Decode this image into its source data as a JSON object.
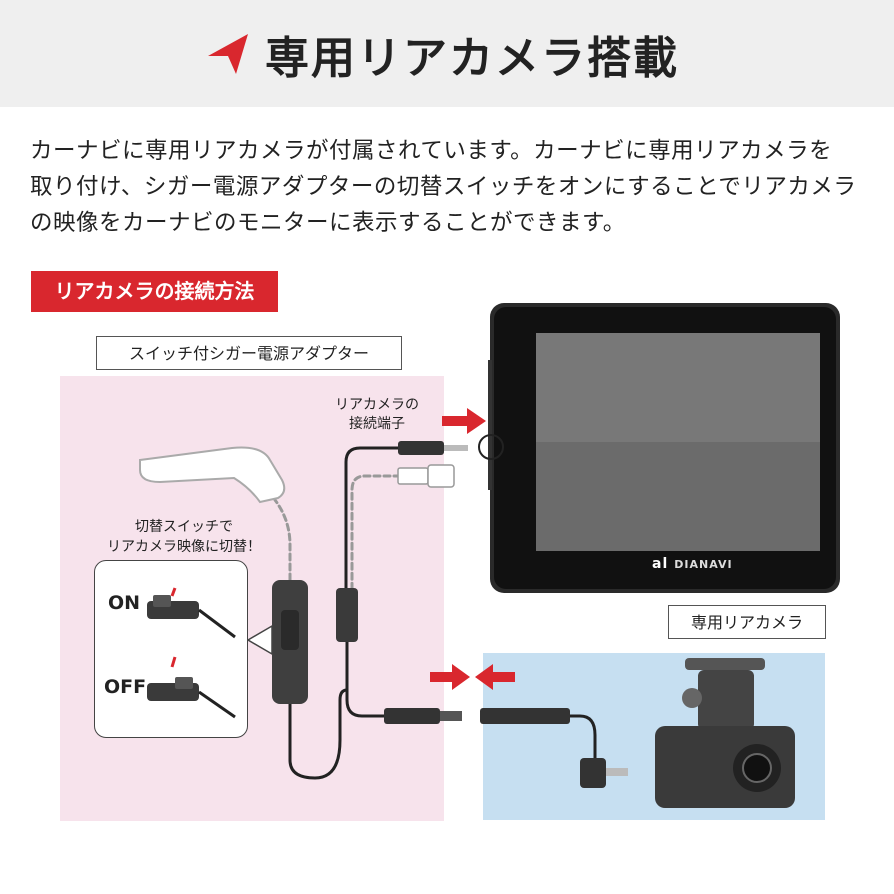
{
  "header": {
    "title": "専用リアカメラ搭載",
    "accent_color": "#d9272e"
  },
  "intro": {
    "lines": [
      "カーナビに専用リアカメラが付属されています。カーナビに専用リアカメラを",
      "取り付け、シガー電源アダプターの切替スイッチをオンにすることでリアカメラ",
      "の映像をカーナビのモニターに表示することができます。"
    ]
  },
  "section": {
    "label": "リアカメラの接続方法"
  },
  "adapter": {
    "label": "スイッチ付シガー電源アダプター"
  },
  "rear_port": {
    "line1": "リアカメラの",
    "line2": "接続端子"
  },
  "switch_note": {
    "line1": "切替スイッチで",
    "line2": "リアカメラ映像に切替！"
  },
  "switch": {
    "on": "ON",
    "off": "OFF"
  },
  "camera": {
    "label": "専用リアカメラ"
  },
  "navi": {
    "brand": "DIANAVI",
    "logo_text": "al"
  },
  "colors": {
    "panel_pink": "#f7e3ec",
    "panel_blue": "#c6dff1",
    "arrow_red": "#d9272e"
  }
}
